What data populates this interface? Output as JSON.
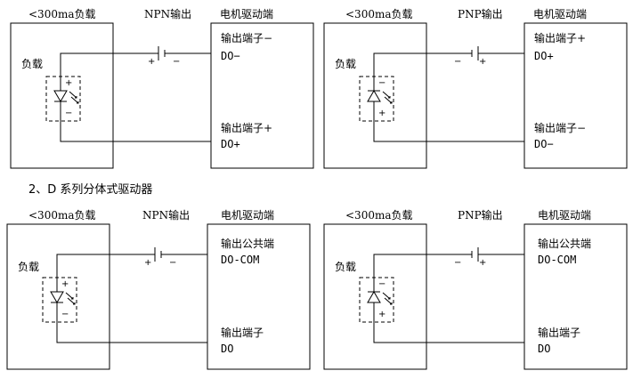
{
  "section_heading": "2、D 系列分体式驱动器",
  "diagrams": [
    {
      "load_header": "<300ma负载",
      "mode_label": "NPN输出",
      "driver_header": "电机驱动端",
      "load_label": "负载",
      "battery_left_sign": "+",
      "battery_right_sign": "−",
      "led_top_sign": "+",
      "led_bottom_sign": "−",
      "terminal_top_line1": "输出端子−",
      "terminal_top_line2": "DO−",
      "terminal_bottom_line1": "输出端子+",
      "terminal_bottom_line2": "DO+"
    },
    {
      "load_header": "<300ma负载",
      "mode_label": "PNP输出",
      "driver_header": "电机驱动端",
      "load_label": "负载",
      "battery_left_sign": "−",
      "battery_right_sign": "+",
      "led_top_sign": "−",
      "led_bottom_sign": "+",
      "terminal_top_line1": "输出端子+",
      "terminal_top_line2": "DO+",
      "terminal_bottom_line1": "输出端子−",
      "terminal_bottom_line2": "DO−"
    },
    {
      "load_header": "<300ma负载",
      "mode_label": "NPN输出",
      "driver_header": "电机驱动端",
      "load_label": "负载",
      "battery_left_sign": "+",
      "battery_right_sign": "−",
      "led_top_sign": "+",
      "led_bottom_sign": "−",
      "terminal_top_line1": "输出公共端",
      "terminal_top_line2": "DO-COM",
      "terminal_bottom_line1": "输出端子",
      "terminal_bottom_line2": "DO"
    },
    {
      "load_header": "<300ma负载",
      "mode_label": "PNP输出",
      "driver_header": "电机驱动端",
      "load_label": "负载",
      "battery_left_sign": "−",
      "battery_right_sign": "+",
      "led_top_sign": "−",
      "led_bottom_sign": "+",
      "terminal_top_line1": "输出公共端",
      "terminal_top_line2": "DO-COM",
      "terminal_bottom_line1": "输出端子",
      "terminal_bottom_line2": "DO"
    }
  ]
}
